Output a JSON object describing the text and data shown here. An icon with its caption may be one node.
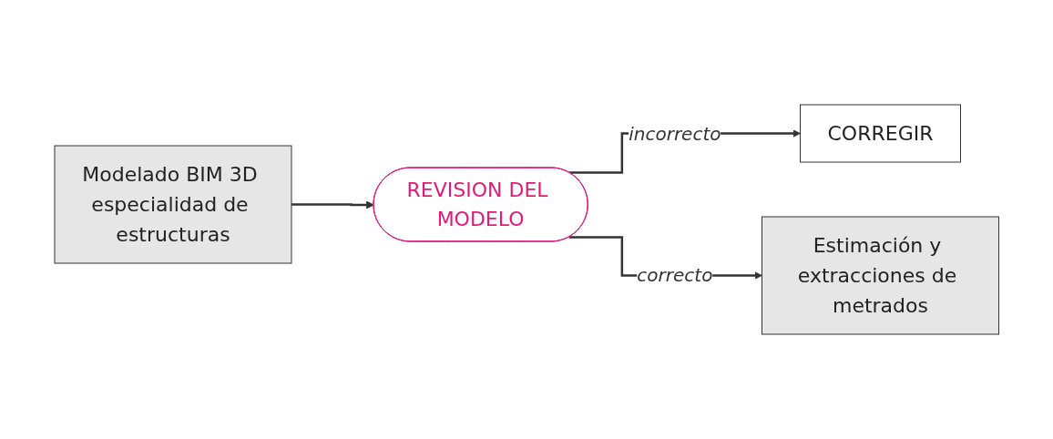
{
  "diagram": {
    "nodes": [
      {
        "text": [
          "Modelado BIM 3D especialidad de estructuras"
        ]
      },
      {
        "text": [
          "REVISION DEL MODELO"
        ]
      },
      {
        "text": [
          "CORREGIR"
        ]
      },
      {
        "text": [
          "Estimación y extracciones de metrados"
        ]
      }
    ],
    "edges": [
      {
        "from": 0,
        "to": 1,
        "arrow": "to"
      },
      {
        "from": 1,
        "to": 2,
        "arrow": "to",
        "label": "incorrecto"
      },
      {
        "from": 1,
        "to": 3,
        "arrow": "to",
        "label": "correcto"
      }
    ]
  }
}
